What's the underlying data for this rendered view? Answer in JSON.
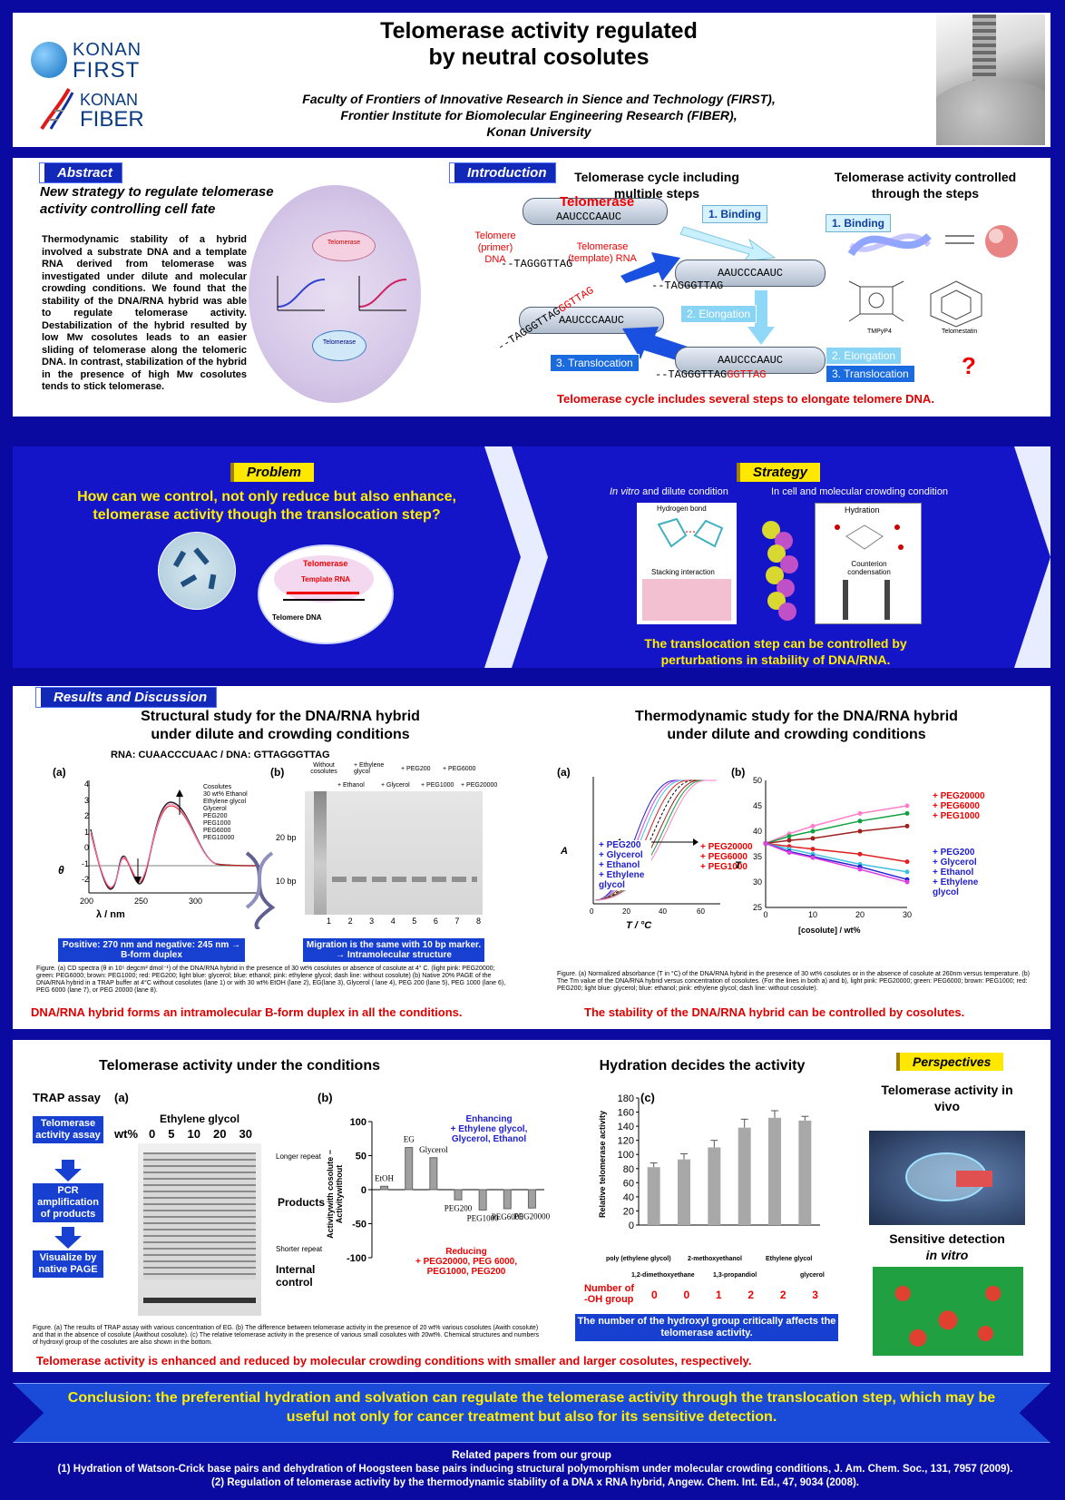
{
  "header": {
    "logo1": "KONAN",
    "logo1b": "FIRST",
    "logo2": "KONAN",
    "logo2b": "FIBER",
    "title_line1": "Telomerase activity regulated",
    "title_line2": "by neutral cosolutes",
    "aff1": "Faculty of Frontiers of Innovative Research in Sience and Technology (FIRST),",
    "aff2": "Frontier Institute for Biomolecular Engineering Research (FIBER),",
    "aff3": "Konan University"
  },
  "abstract": {
    "tab": "Abstract",
    "heading": "New strategy to regulate telomerase activity controlling cell fate",
    "body": "Thermodynamic stability of a hybrid involved a substrate DNA and a template RNA derived from telomerase was investigated under dilute and molecular crowding conditions. We found that the stability of the DNA/RNA hybrid was able to regulate telomerase activity. Destabilization of the hybrid resulted by low Mw cosolutes leads to an easier sliding of telomerase along the telomeric DNA. In contrast, stabilization of the hybrid in the presence of high Mw cosolutes tends to stick telomerase.",
    "cell_label1": "Telomerase",
    "cell_label2": "Telomerase"
  },
  "intro": {
    "tab": "Introduction",
    "cycle_title": "Telomerase cycle including multiple steps",
    "control_title": "Telomerase activity controlled through the steps",
    "telomerase": "Telomerase",
    "seq_rna": "AAUCCCAAUC",
    "seq_dna": "TAGGGTTAG",
    "seq_dna_ext": "GGTTAG",
    "telomere_label": "Telomere (primer) DNA",
    "template_label": "Telomerase (template) RNA",
    "step1": "1. Binding",
    "step2": "2. Elongation",
    "step3": "3. Translocation",
    "tmpyp": "TMPyP4",
    "telomestatin": "Telomestatin",
    "question": "?",
    "conclusion": "Telomerase cycle includes several steps to elongate telomere DNA."
  },
  "problem": {
    "tab": "Problem",
    "text": "How can we control, not only reduce but also enhance, telomerase activity though the translocation step?",
    "telomerase": "Telomerase",
    "template": "Template RNA",
    "telomere": "Telomere DNA"
  },
  "strategy": {
    "tab": "Strategy",
    "invitro": "In vitro",
    "invitro_rest": " and dilute condition",
    "incell": "In cell and molecular crowding condition",
    "hbond": "Hydrogen bond",
    "stacking": "Stacking interaction",
    "hydration": "Hydration",
    "counterion": "Counterion condensation",
    "text": "The translocation step can be controlled by perturbations in stability of DNA/RNA."
  },
  "results": {
    "tab": "Results and Discussion",
    "struct_title": "Structural study for the DNA/RNA hybrid under dilute and crowding conditions",
    "seq": "RNA: CUAACCCUAAC / DNA: GTTAGGGTTAG",
    "a": "(a)",
    "b": "(b)",
    "cd_legend": [
      "Cosolutes",
      "30 wt% Ethanol",
      "Ethylene glycol",
      "Glycerol",
      "PEG200",
      "PEG1000",
      "PEG6000",
      "PEG10000"
    ],
    "cd_xlabel": "λ / nm",
    "cd_ylabel": "θ",
    "cd_xticks": [
      "200",
      "250",
      "300"
    ],
    "cd_yticks": [
      "4",
      "3",
      "2",
      "1",
      "0",
      "-1",
      "-2"
    ],
    "gel_top": [
      "Without cosolutes",
      "+ Ethylene glycol",
      "+ PEG200",
      "+ PEG6000"
    ],
    "gel_top2": [
      "+ Ethanol",
      "+ Glycerol",
      "+ PEG1000",
      "+ PEG20000"
    ],
    "gel_marks": [
      "20 bp",
      "10 bp"
    ],
    "gel_lanes": [
      "1",
      "2",
      "3",
      "4",
      "5",
      "6",
      "7",
      "8"
    ],
    "cd_box": "Positive: 270 nm and negative: 245 nm → B-form duplex",
    "gel_box": "Migration is the same with 10 bp marker. → Intramolecular structure",
    "fig_caption_left": "Figure. (a) CD spectra (θ in 10⁵ degcm² dmol⁻¹) of the DNA/RNA hybrid in the presence of 30 wt% cosolutes or absence of cosolute at 4° C. (light pink: PEG20000; green: PEG6000; brown: PEG1000; red: PEG200; light blue: glycerol; blue: ethanol; pink: ethylene glycol; dash line: without cosolute) (b) Native 20% PAGE of the DNA/RNA hybrid in a TRAP buffer at 4°C without cosolutes (lane 1) or with 30 wt% EtOH (lane 2), EG(lane 3), Glycerol ( lane 4), PEG 200 (lane 5), PEG 1000 (lane 6), PEG 6000 (lane 7), or PEG 20000 (lane 8).",
    "struct_conclusion": "DNA/RNA hybrid forms an intramolecular B-form duplex in all the conditions.",
    "thermo_title": "Thermodynamic study for the DNA/RNA hybrid under dilute and crowding conditions",
    "thermo_a_xlabel": "T / °C",
    "thermo_a_ylabel": "A",
    "thermo_b_xlabel": "[cosolute] / wt%",
    "thermo_b_ylabel": "T",
    "thermo_left_legend": [
      "+ PEG200",
      "+ Glycerol",
      "+ Ethanol",
      "+ Ethylene glycol"
    ],
    "thermo_right_legend": [
      "+ PEG20000",
      "+ PEG6000",
      "+ PEG1000"
    ],
    "thermo_b_legend_top": [
      "+ PEG20000",
      "+ PEG6000",
      "+ PEG1000"
    ],
    "thermo_b_legend_bot": [
      "+ PEG200",
      "+ Glycerol",
      "+ Ethanol",
      "+ Ethylene glycol"
    ],
    "thermo_caption": "Figure. (a) Normalized absorbance (T in °C) of the DNA/RNA hybrid in the presence of 30 wt% cosolutes or in the absence of cosolute at 260nm versus temperature. (b) The Tm value of the DNA/RNA hybrid versus concentration of cosolutes. (For the lines in both a) and b), light pink: PEG20000; green: PEG6000; brown: PEG1000; red: PEG200; light blue: glycerol; blue: ethanol; pink: ethylene glycol; dash line: without cosolute).",
    "thermo_conclusion": "The stability of the DNA/RNA hybrid can be controlled by cosolutes."
  },
  "activity": {
    "title": "Telomerase activity under the conditions",
    "trap": "TRAP assay",
    "a": "(a)",
    "b": "(b)",
    "c": "(c)",
    "flow": [
      "Telomerase activity assay",
      "PCR amplification of products",
      "Visualize by native PAGE"
    ],
    "eg": "Ethylene glycol",
    "wt": "wt%",
    "wt_vals": [
      "0",
      "5",
      "10",
      "20",
      "30"
    ],
    "longer": "Longer repeat",
    "shorter": "Shorter repeat",
    "products": "Products",
    "internal": "Internal control",
    "enh_title": "Enhancing",
    "enh_list": "+ Ethylene glycol, Glycerol, Ethanol",
    "red_title": "Reducing",
    "red_list": "+ PEG20000, PEG 6000, PEG1000, PEG200",
    "b_ylabel": "Activitywith cosolute − Activitywithout",
    "fig_caption": "Figure. (a) The results of TRAP assay with various concentration of EG. (b) The difference between telomerase activity in the presence of 20 wt% various cosolutes (Awith cosolute) and that in the absence of cosolute (Awithout cosolute). (c) The relative telomerase activity in the presence of various small cosolutes with 20wt%. Chemical structures and numbers of hydroxyl group of the cosolutes are also shown in the bottom.",
    "conclusion": "Telomerase activity is enhanced and reduced by molecular crowding conditions with smaller and larger cosolutes, respectively."
  },
  "hydration": {
    "title": "Hydration decides the activity",
    "ylabel": "Relative telomerase activity",
    "oh_label": "Number of -OH group",
    "oh_counts": [
      "0",
      "0",
      "1",
      "2",
      "2",
      "3"
    ],
    "x_names": [
      "poly (ethylene glycol)",
      "2-methoxyethanol",
      "Ethylene glycol"
    ],
    "x_names2": [
      "1,2-dimethoxyethane",
      "1,3-propandiol",
      "glycerol"
    ],
    "box": "The number of the hydroxyl group critically affects the telomerase activity."
  },
  "perspectives": {
    "tab": "Perspectives",
    "t1": "Telomerase activity in vivo",
    "t2a": "Sensitive detection",
    "t2b": "in vitro"
  },
  "conclusion": "Conclusion: the preferential hydration and solvation can regulate the telomerase activity through the translocation step, which may be useful not only for cancer treatment but also for its sensitive detection.",
  "refs": {
    "title": "Related papers from our group",
    "text": "(1) Hydration of Watson-Crick base pairs and dehydration of Hoogsteen base pairs inducing structural polymorphism under molecular crowding conditions, J. Am. Chem. Soc., 131, 7957 (2009). (2) Regulation of telomerase activity by the thermodynamic stability of a DNA x RNA hybrid, Angew. Chem. Int. Ed., 47, 9034 (2008)."
  },
  "chart_data": [
    {
      "type": "bar",
      "title": "",
      "ylim": [
        -100,
        100
      ],
      "categories": [
        "EtOH",
        "EG",
        "Glycerol",
        "PEG200",
        "PEG1000",
        "PEG6000",
        "PEG20000"
      ],
      "values": [
        5,
        62,
        47,
        -15,
        -30,
        -28,
        -27
      ],
      "yticks": [
        "100",
        "50",
        "0",
        "-50",
        "-100"
      ]
    },
    {
      "type": "bar",
      "title": "",
      "ylim": [
        0,
        180
      ],
      "categories": [
        "poly (ethylene glycol)",
        "1,2-dimethoxyethane",
        "2-methoxyethanol",
        "1,3-propandiol",
        "Ethylene glycol",
        "glycerol"
      ],
      "values": [
        82,
        93,
        110,
        138,
        152,
        148
      ],
      "errors": [
        6,
        8,
        10,
        12,
        10,
        6
      ],
      "yticks": [
        "180",
        "160",
        "140",
        "120",
        "100",
        "80",
        "60",
        "40",
        "20",
        "0"
      ]
    },
    {
      "type": "line",
      "title": "",
      "x": [
        0,
        5,
        10,
        20,
        30
      ],
      "xticks": [
        "0",
        "10",
        "20",
        "30"
      ],
      "yticks": [
        "50",
        "45",
        "40",
        "35",
        "30",
        "25"
      ],
      "ylim": [
        25,
        50
      ],
      "series": [
        {
          "name": "+ PEG20000",
          "color": "#ff7ec8",
          "values": [
            37.6,
            39.5,
            41,
            43.5,
            45
          ]
        },
        {
          "name": "+ PEG6000",
          "color": "#10a040",
          "values": [
            37.6,
            39,
            40,
            42,
            43.5
          ]
        },
        {
          "name": "+ PEG1000",
          "color": "#a02020",
          "values": [
            37.6,
            38.2,
            38.6,
            40,
            41
          ]
        },
        {
          "name": "+ PEG200",
          "color": "#e02020",
          "values": [
            37.6,
            37,
            36.5,
            35.5,
            34
          ]
        },
        {
          "name": "+ Glycerol",
          "color": "#40c0e0",
          "values": [
            37.6,
            36.5,
            35.5,
            33.5,
            32
          ]
        },
        {
          "name": "+ Ethanol",
          "color": "#2020d0",
          "values": [
            37.6,
            36,
            35,
            33,
            30.5
          ]
        },
        {
          "name": "+ Ethylene glycol",
          "color": "#e040e0",
          "values": [
            37.6,
            35.8,
            34.8,
            32.5,
            30
          ]
        }
      ]
    },
    {
      "type": "line",
      "title": "",
      "xticks": [
        "0",
        "20",
        "40",
        "60"
      ],
      "ylim": [
        0,
        1
      ]
    }
  ]
}
